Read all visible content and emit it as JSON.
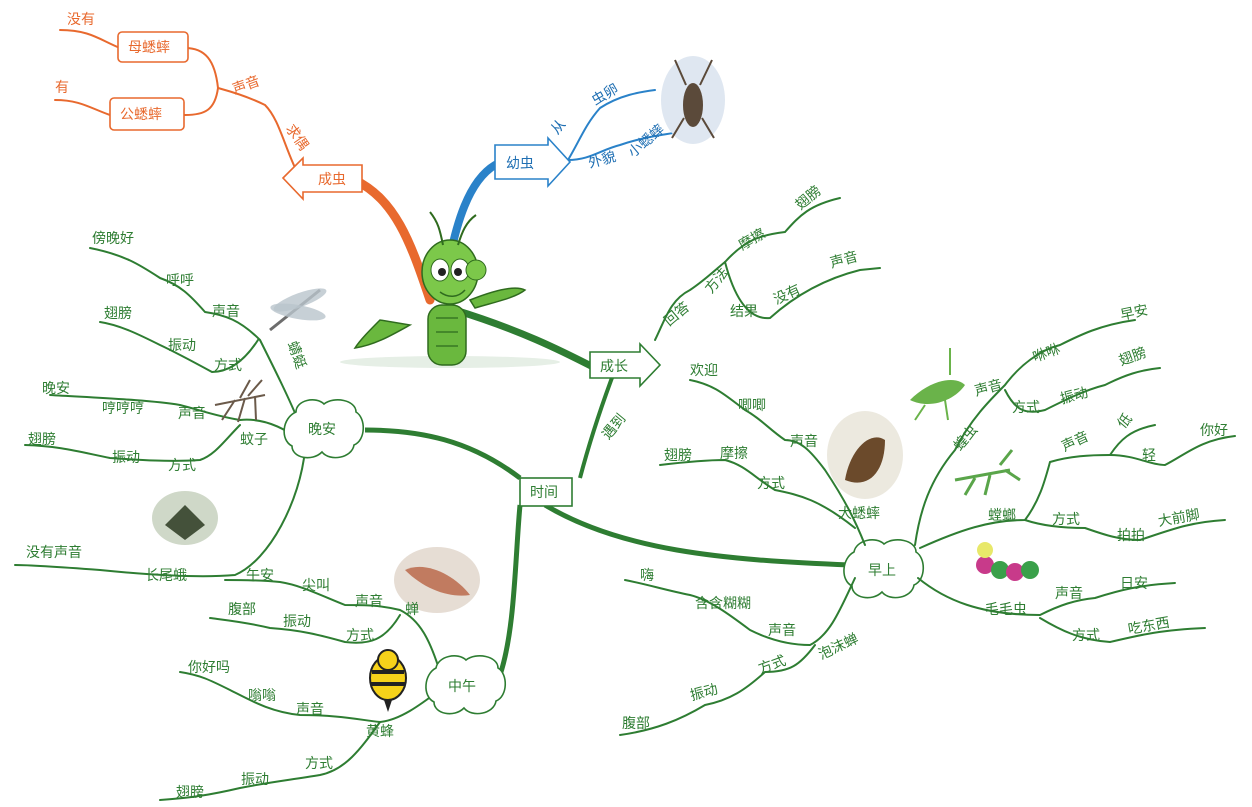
{
  "central": {
    "icon": "cricket-icon"
  },
  "growth": {
    "adult": {
      "label": "成虫",
      "branch": "求偶",
      "sound": "声音",
      "female": {
        "label": "母蟋蟀",
        "answer": "没有"
      },
      "male": {
        "label": "公蟋蟀",
        "answer": "有"
      }
    },
    "larva": {
      "label": "幼虫",
      "from": "从",
      "egg": "虫卵",
      "look": "外貌",
      "small": "小蟋蟀"
    },
    "grow": {
      "label": "成长",
      "answer": "回答",
      "method": "方法",
      "rub": "摩擦",
      "wings": "翅膀",
      "result": "结果",
      "none": "没有",
      "sound": "声音"
    }
  },
  "time": {
    "label": "时间",
    "meet": "遇到",
    "evening": {
      "label": "晚安",
      "dragonfly": {
        "label": "蜻蜓",
        "sound": "声音",
        "hum": "呼呼",
        "greet": "傍晚好",
        "method": "方式",
        "vibrate": "振动",
        "wings": "翅膀"
      },
      "mosquito": {
        "label": "蚊子",
        "sound": "声音",
        "hum": "哼哼哼",
        "greet": "晚安",
        "method": "方式",
        "vibrate": "振动",
        "wings": "翅膀"
      },
      "moth": {
        "label": "长尾蛾",
        "none": "没有声音"
      }
    },
    "noon": {
      "label": "中午",
      "cicada": {
        "label": "蝉",
        "sound": "声音",
        "scream": "尖叫",
        "greet": "午安",
        "method": "方式",
        "vibrate": "振动",
        "belly": "腹部"
      },
      "wasp": {
        "label": "黄蜂",
        "sound": "声音",
        "buzz": "嗡嗡",
        "greet": "你好吗",
        "method": "方式",
        "vibrate": "振动",
        "wings": "翅膀"
      }
    },
    "morning": {
      "label": "早上",
      "bigcricket": {
        "label": "大蟋蟀",
        "sound": "声音",
        "chirp": "唧唧",
        "greet": "欢迎",
        "method": "方式",
        "rub": "摩擦",
        "wings": "翅膀"
      },
      "locust": {
        "label": "蝗虫",
        "sound": "声音",
        "chirp": "咻咻",
        "greet": "早安",
        "method": "方式",
        "vibrate": "振动",
        "wings": "翅膀"
      },
      "mantis": {
        "label": "螳螂",
        "sound": "声音",
        "low": "低",
        "soft": "轻",
        "hello": "你好",
        "method": "方式",
        "tap": "拍拍",
        "legs": "大前脚"
      },
      "caterpillar": {
        "label": "毛毛虫",
        "sound": "声音",
        "greet": "日安",
        "method": "方式",
        "eat": "吃东西"
      },
      "spittlebug": {
        "label": "泡沫蝉",
        "sound": "声音",
        "mumble": "含含糊糊",
        "hi": "嗨",
        "method": "方式",
        "vibrate": "振动",
        "belly": "腹部"
      }
    }
  }
}
